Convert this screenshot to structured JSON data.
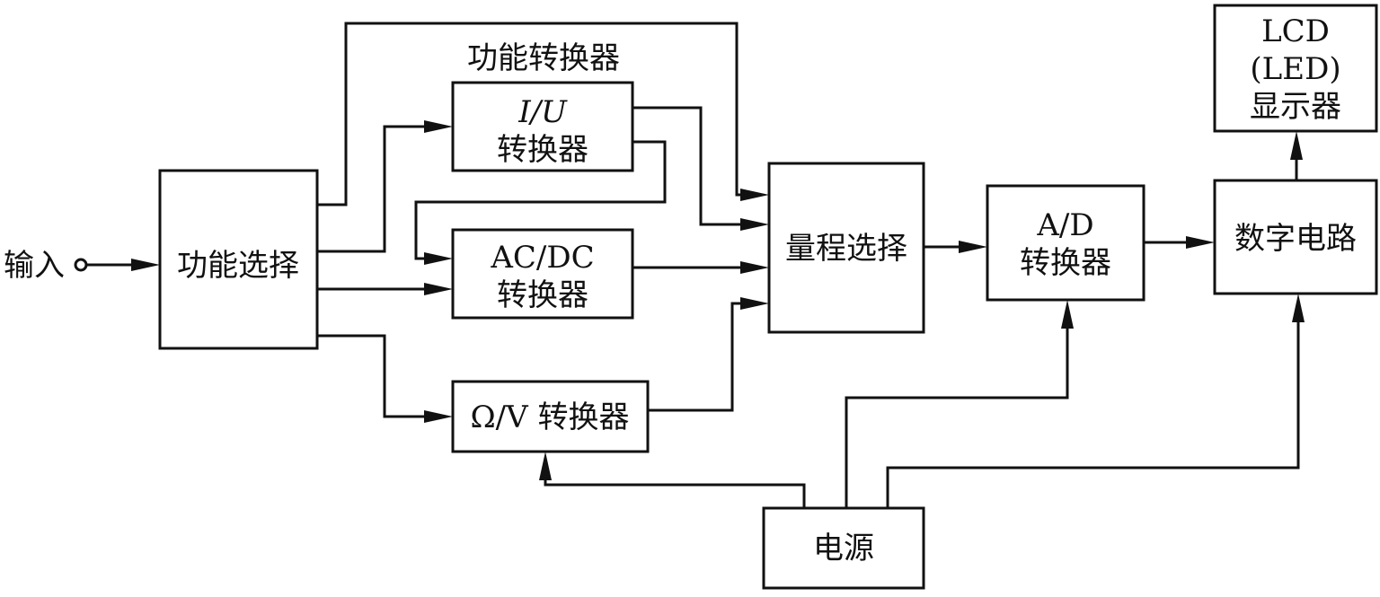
{
  "input": {
    "label": "输入"
  },
  "blocks": {
    "function_select": {
      "label": "功能选择"
    },
    "function_converter_group": {
      "label": "功能转换器"
    },
    "iu_converter": {
      "line1": "I/U",
      "line2": "转换器"
    },
    "acdc_converter": {
      "line1": "AC/DC",
      "line2": "转换器"
    },
    "ohm_v_converter": {
      "label": "Ω/V 转换器"
    },
    "range_select": {
      "label": "量程选择"
    },
    "ad_converter": {
      "line1": "A/D",
      "line2": "转换器"
    },
    "digital_circuit": {
      "label": "数字电路"
    },
    "display": {
      "line1": "LCD",
      "line2": "(LED)",
      "line3": "显示器"
    },
    "power_supply": {
      "label": "电源"
    }
  },
  "colors": {
    "stroke": "#111111",
    "background": "#ffffff"
  }
}
